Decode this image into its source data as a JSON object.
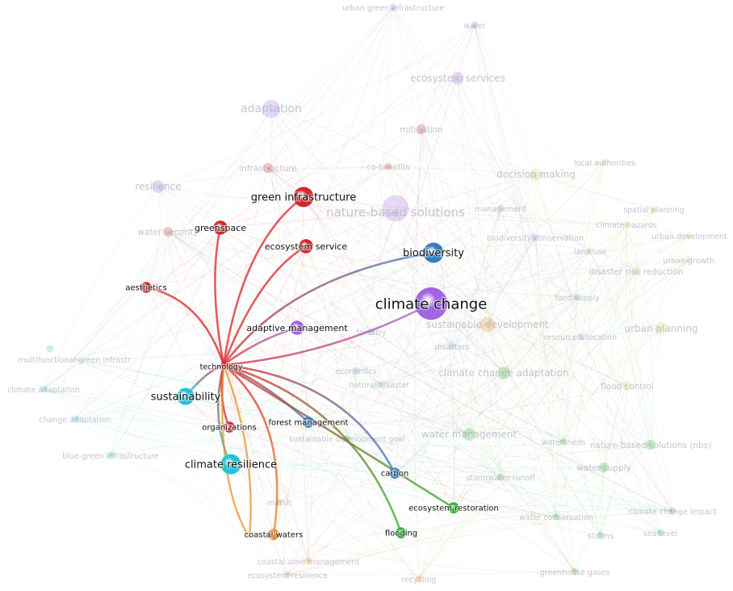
{
  "network": {
    "focus_node": "technology",
    "clusters": {
      "red": "#d7262b",
      "blue": "#2f7fc1",
      "cyan": "#21c3d6",
      "purple": "#a166e0",
      "green": "#29b32b",
      "orange": "#e88a22",
      "lightblue": "#7fa9d8",
      "yellow": "#d8d46a"
    },
    "highlighted_nodes": [
      {
        "id": "green infrastructure",
        "label": "green infrastructure",
        "cluster": "red",
        "weight": 5
      },
      {
        "id": "greenspace",
        "label": "greenspace",
        "cluster": "red",
        "weight": 3
      },
      {
        "id": "ecosystem service",
        "label": "ecosystem service",
        "cluster": "red",
        "weight": 3
      },
      {
        "id": "aesthetics",
        "label": "aesthetics",
        "cluster": "red",
        "weight": 2
      },
      {
        "id": "biodiversity",
        "label": "biodiversity",
        "cluster": "blue",
        "weight": 5
      },
      {
        "id": "climate change",
        "label": "climate change",
        "cluster": "purple",
        "weight": 9
      },
      {
        "id": "adaptive management",
        "label": "adaptive management",
        "cluster": "purple",
        "weight": 3
      },
      {
        "id": "technology",
        "label": "technology",
        "cluster": "red",
        "weight": 1
      },
      {
        "id": "sustainability",
        "label": "sustainability",
        "cluster": "cyan",
        "weight": 4
      },
      {
        "id": "organizations",
        "label": "organizations",
        "cluster": "red",
        "weight": 2
      },
      {
        "id": "forest management",
        "label": "forest management",
        "cluster": "blue",
        "weight": 2
      },
      {
        "id": "climate resilience",
        "label": "climate resilience",
        "cluster": "cyan",
        "weight": 5
      },
      {
        "id": "carbon",
        "label": "carbon",
        "cluster": "blue",
        "weight": 2
      },
      {
        "id": "ecosystem restoration",
        "label": "ecosystem restoration",
        "cluster": "green",
        "weight": 2
      },
      {
        "id": "flooding",
        "label": "flooding",
        "cluster": "green",
        "weight": 2
      },
      {
        "id": "coastal waters",
        "label": "coastal waters",
        "cluster": "orange",
        "weight": 2
      }
    ],
    "faded_nodes": [
      {
        "label": "urban green infrastructure",
        "cluster": "purple",
        "weight": 1
      },
      {
        "label": "water",
        "cluster": "purple",
        "weight": 1
      },
      {
        "label": "ecosystem services",
        "cluster": "purple",
        "weight": 3
      },
      {
        "label": "adaptation",
        "cluster": "purple",
        "weight": 5
      },
      {
        "label": "mitigation",
        "cluster": "red",
        "weight": 2
      },
      {
        "label": "infrastructure",
        "cluster": "red",
        "weight": 2
      },
      {
        "label": "co-benefits",
        "cluster": "red",
        "weight": 1
      },
      {
        "label": "resilience",
        "cluster": "purple",
        "weight": 3
      },
      {
        "label": "decision making",
        "cluster": "yellow",
        "weight": 3
      },
      {
        "label": "local authorities",
        "cluster": "yellow",
        "weight": 1
      },
      {
        "label": "nature-based solutions",
        "cluster": "purple",
        "weight": 8
      },
      {
        "label": "water security",
        "cluster": "red",
        "weight": 2
      },
      {
        "label": "management",
        "cluster": "lightblue",
        "weight": 1
      },
      {
        "label": "spatial planning",
        "cluster": "yellow",
        "weight": 1
      },
      {
        "label": "climate hazards",
        "cluster": "yellow",
        "weight": 1
      },
      {
        "label": "biodiversity conservation",
        "cluster": "purple",
        "weight": 1
      },
      {
        "label": "urban development",
        "cluster": "yellow",
        "weight": 1
      },
      {
        "label": "land use",
        "cluster": "yellow",
        "weight": 1
      },
      {
        "label": "urban growth",
        "cluster": "yellow",
        "weight": 1
      },
      {
        "label": "disaster risk reduction",
        "cluster": "yellow",
        "weight": 2
      },
      {
        "label": "food supply",
        "cluster": "lightblue",
        "weight": 1
      },
      {
        "label": "sustainable development",
        "cluster": "orange",
        "weight": 4
      },
      {
        "label": "urban planning",
        "cluster": "yellow",
        "weight": 3
      },
      {
        "label": "resource allocation",
        "cluster": "lightblue",
        "weight": 1
      },
      {
        "label": "forestry",
        "cluster": "lightblue",
        "weight": 1
      },
      {
        "label": "disasters",
        "cluster": "lightblue",
        "weight": 1
      },
      {
        "label": "multifunctional green infrastr",
        "cluster": "cyan",
        "weight": 1
      },
      {
        "label": "economics",
        "cluster": "lightblue",
        "weight": 1
      },
      {
        "label": "natural disaster",
        "cluster": "lightblue",
        "weight": 1
      },
      {
        "label": "climate change adaptation",
        "cluster": "green",
        "weight": 3
      },
      {
        "label": "flood control",
        "cluster": "yellow",
        "weight": 2
      },
      {
        "label": "climate adaptation",
        "cluster": "cyan",
        "weight": 1
      },
      {
        "label": "change adaptation",
        "cluster": "cyan",
        "weight": 1
      },
      {
        "label": "water management",
        "cluster": "green",
        "weight": 3
      },
      {
        "label": "watersheds",
        "cluster": "green",
        "weight": 1
      },
      {
        "label": "nature-based solutions (nbs)",
        "cluster": "green",
        "weight": 2
      },
      {
        "label": "sustainable development goal",
        "cluster": "green",
        "weight": 1
      },
      {
        "label": "water supply",
        "cluster": "green",
        "weight": 2
      },
      {
        "label": "blue-green infrastructure",
        "cluster": "cyan",
        "weight": 1
      },
      {
        "label": "stormwater runoff",
        "cluster": "green",
        "weight": 1
      },
      {
        "label": "marsh",
        "cluster": "orange",
        "weight": 1
      },
      {
        "label": "water conservation",
        "cluster": "green",
        "weight": 1
      },
      {
        "label": "climate change impact",
        "cluster": "green",
        "weight": 1
      },
      {
        "label": "storms",
        "cluster": "green",
        "weight": 1
      },
      {
        "label": "sea level",
        "cluster": "green",
        "weight": 1
      },
      {
        "label": "coastal zone management",
        "cluster": "orange",
        "weight": 1
      },
      {
        "label": "ecosystem resilience",
        "cluster": "orange",
        "weight": 1
      },
      {
        "label": "recycling",
        "cluster": "orange",
        "weight": 1
      },
      {
        "label": "greenhouse gases",
        "cluster": "green",
        "weight": 1
      }
    ]
  }
}
